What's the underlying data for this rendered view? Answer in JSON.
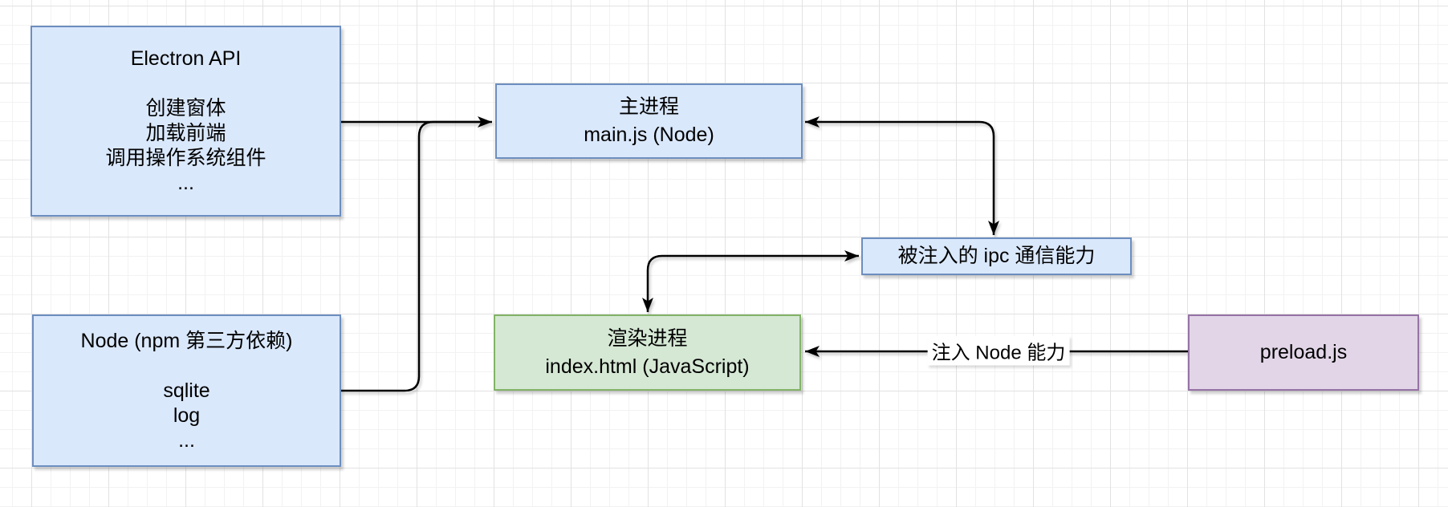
{
  "diagram": {
    "title": "Electron process architecture diagram",
    "nodes": {
      "electron_api": {
        "lines": [
          "Electron API",
          "",
          "创建窗体",
          "加载前端",
          "调用操作系统组件",
          "..."
        ]
      },
      "main_process": {
        "lines": [
          "主进程",
          "main.js (Node)"
        ]
      },
      "ipc_bridge": {
        "label": "被注入的 ipc 通信能力"
      },
      "renderer_process": {
        "lines": [
          "渲染进程",
          "index.html (JavaScript)"
        ]
      },
      "node_deps": {
        "lines": [
          "Node (npm 第三方依赖)",
          "",
          "sqlite",
          "log",
          "..."
        ]
      },
      "preload": {
        "label": "preload.js"
      }
    },
    "edges": {
      "inject_node_label": "注入 Node 能力"
    },
    "colors": {
      "blue_fill": "#dae8fc",
      "blue_border": "#6c8ebf",
      "green_fill": "#d5e8d4",
      "green_border": "#82b366",
      "purple_fill": "#e1d5e7",
      "purple_border": "#9673a6",
      "edge": "#000000",
      "grid_minor": "#f2f2f2",
      "grid_major": "#e2e2e2",
      "canvas_bg": "#ffffff"
    }
  }
}
